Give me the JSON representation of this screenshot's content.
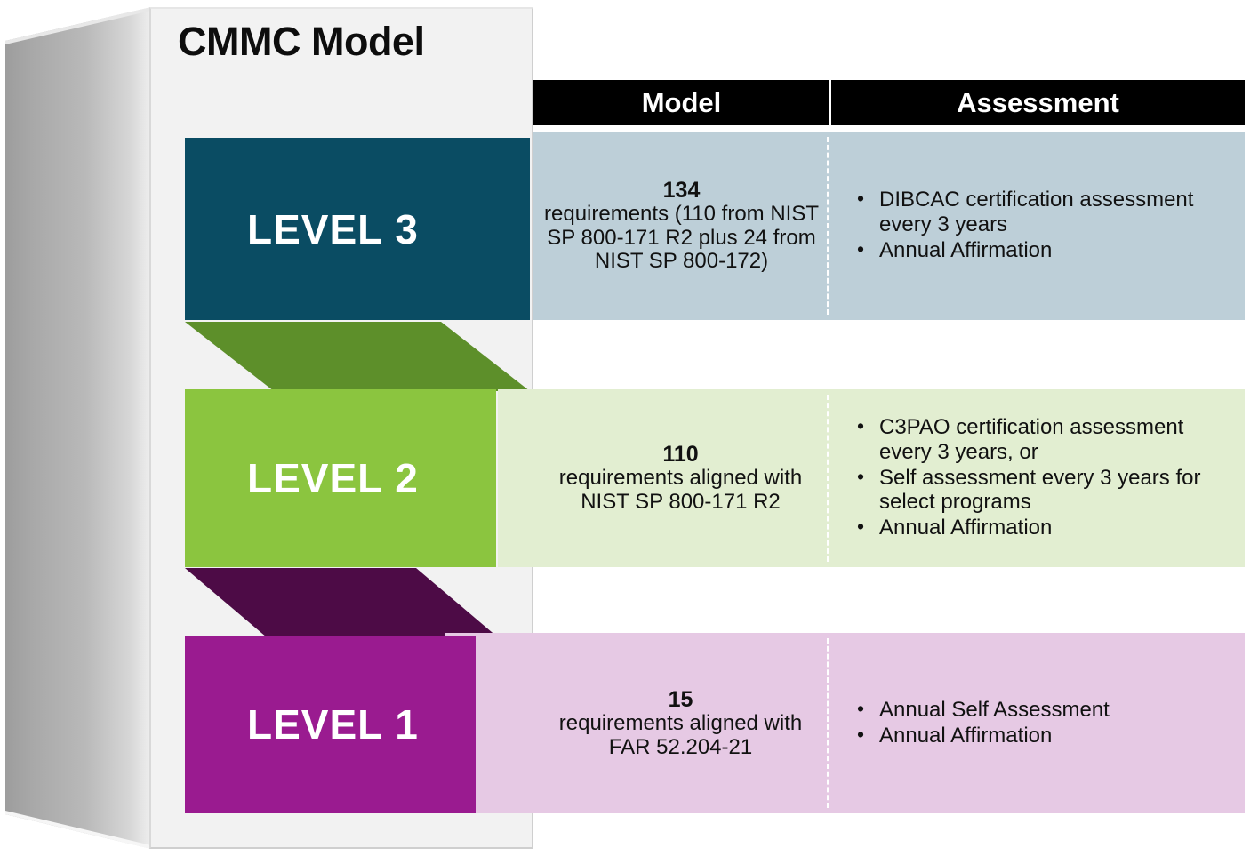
{
  "panel": {
    "title": "CMMC Model"
  },
  "header": {
    "model_label": "Model",
    "assessment_label": "Assessment"
  },
  "colors": {
    "level3": "#0a4c63",
    "level3_tint": "#bdcfd8",
    "level2": "#8bc53f",
    "level2_connector": "#5d8f2a",
    "level2_tint": "#e2eed1",
    "level1": "#9a1b90",
    "level1_connector": "#4d0b46",
    "level1_tint": "#e6c9e4",
    "header_bar": "#000000",
    "panel_bg": "#f2f2f2"
  },
  "levels": [
    {
      "name": "LEVEL 3",
      "model": {
        "count": "134",
        "description": "requirements (110 from NIST SP 800-171 R2 plus 24 from NIST SP 800-172)"
      },
      "assessment": [
        "DIBCAC certification assessment every 3 years",
        "Annual Affirmation"
      ]
    },
    {
      "name": "LEVEL 2",
      "model": {
        "count": "110",
        "description": "requirements aligned with NIST SP 800-171 R2"
      },
      "assessment": [
        "C3PAO certification assessment every 3 years, or",
        "Self assessment every 3 years for select programs",
        "Annual Affirmation"
      ]
    },
    {
      "name": "LEVEL 1",
      "model": {
        "count": "15",
        "description": "requirements aligned with FAR 52.204-21"
      },
      "assessment": [
        "Annual Self Assessment",
        "Annual Affirmation"
      ]
    }
  ]
}
